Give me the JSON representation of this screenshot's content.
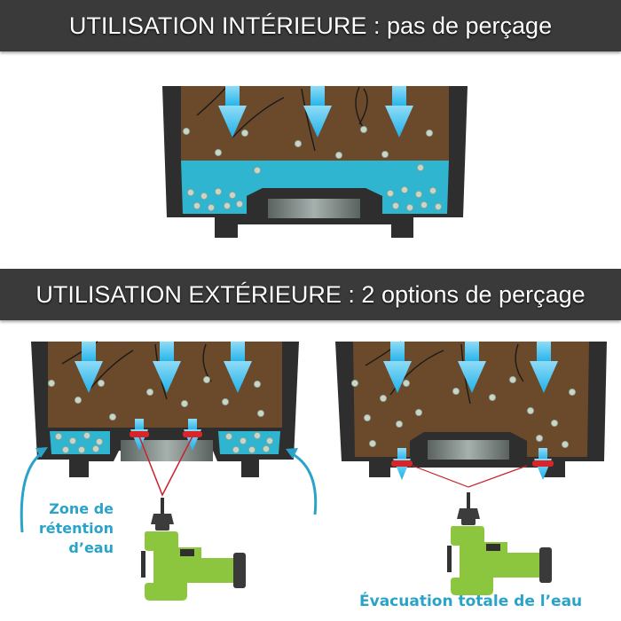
{
  "sections": {
    "indoor": {
      "title": "UTILISATION INTÉRIEURE : pas de perçage"
    },
    "outdoor": {
      "title": "UTILISATION EXTÉRIEURE : 2 options de perçage",
      "option_left": {
        "caption_lines": [
          "Zone de",
          "rétention",
          "d’eau"
        ]
      },
      "option_right": {
        "caption": "Évacuation totale de l’eau"
      }
    }
  },
  "colors": {
    "banner_bg": "#3a3a3a",
    "soil": "#6b4a2b",
    "water": "#2fb5cf",
    "pot": "#2e2e2e",
    "arrow": "#3cc3ef",
    "drill": "#8cc63f",
    "caption": "#2aa3c9",
    "laser": "#d9252a"
  }
}
